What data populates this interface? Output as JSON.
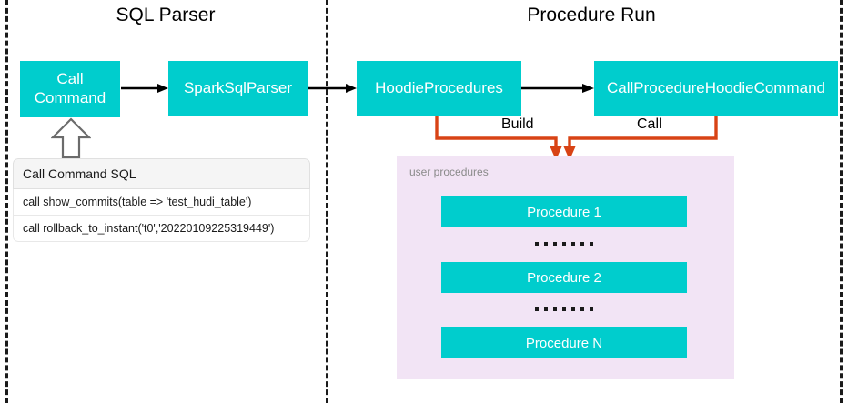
{
  "diagram": {
    "title_left": "SQL Parser",
    "title_right": "Procedure Run",
    "colors": {
      "box_fill": "#00cdcd",
      "box_text": "#ffffff",
      "connector": "#d84315",
      "panel_bg": "#f2e4f5",
      "divider": "#1a1a1a",
      "arrow": "#000000"
    }
  },
  "sql_parser": {
    "boxes": [
      {
        "label": "Call\nCommand",
        "line1": "Call",
        "line2": "Command"
      },
      {
        "label": "SparkSqlParser"
      }
    ],
    "sql_card": {
      "header": "Call Command SQL",
      "rows": [
        "call show_commits(table => 'test_hudi_table')",
        "call rollback_to_instant('t0','20220109225319449')"
      ]
    }
  },
  "procedure_run": {
    "boxes": [
      {
        "label": "HoodieProcedures"
      },
      {
        "label": "CallProcedureHoodieCommand"
      }
    ],
    "connector_labels": {
      "build": "Build",
      "call": "Call"
    },
    "panel": {
      "label": "user procedures",
      "items": [
        {
          "label": "Procedure 1"
        },
        {
          "label": "Procedure 2"
        },
        {
          "label": "Procedure N"
        }
      ],
      "separator": "......."
    }
  }
}
